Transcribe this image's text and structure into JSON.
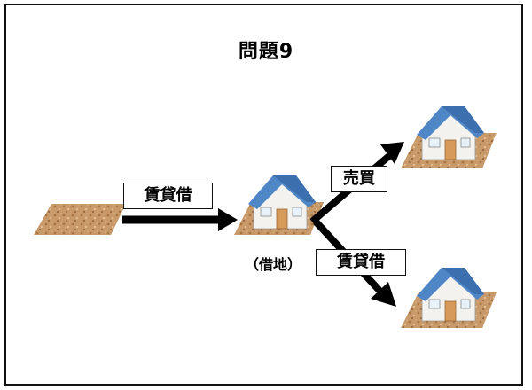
{
  "title": "問題9",
  "labels": {
    "lease_left": "賃貸借",
    "sale": "売買",
    "lease_right": "賃貸借",
    "leased_land": "（借地）"
  },
  "icons": [
    "land-plot-icon",
    "house-on-land-icon"
  ],
  "colors": {
    "soil": "#c89a6a",
    "roof": "#4f86c6",
    "wall": "#f4f2ee",
    "arrow": "#000000"
  }
}
